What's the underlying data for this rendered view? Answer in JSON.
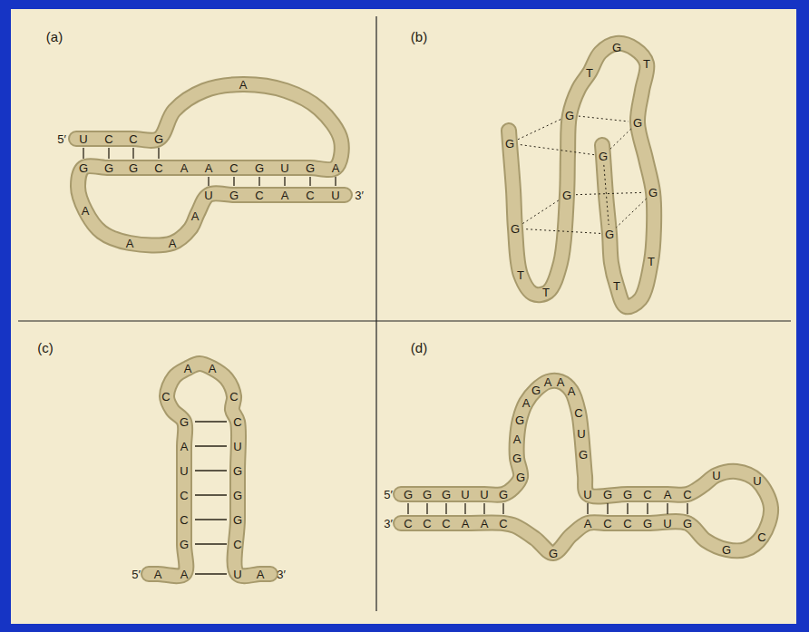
{
  "diagram": {
    "labels": [
      "(a)",
      "5′",
      "U",
      "C",
      "C",
      "G",
      "A",
      "G",
      "G",
      "G",
      "C",
      "A",
      "A",
      "C",
      "G",
      "U",
      "G",
      "A",
      "U",
      "G",
      "C",
      "A",
      "C",
      "U",
      "3′",
      "A",
      "A",
      "A",
      "A",
      "(b)",
      "G",
      "G",
      "T",
      "T",
      "G",
      "G",
      "T",
      "G",
      "T",
      "G",
      "G",
      "T",
      "T",
      "G",
      "G",
      "(c)",
      "5′",
      "A",
      "A",
      "G",
      "C",
      "C",
      "U",
      "A",
      "G",
      "C",
      "A",
      "A",
      "C",
      "C",
      "U",
      "G",
      "G",
      "G",
      "C",
      "U",
      "A",
      "3′",
      "(d)",
      "5′",
      "G",
      "G",
      "G",
      "U",
      "U",
      "G",
      "G",
      "G",
      "A",
      "G",
      "A",
      "G",
      "A",
      "A",
      "A",
      "C",
      "U",
      "G",
      "U",
      "G",
      "G",
      "C",
      "A",
      "C",
      "U",
      "U",
      "C",
      "G",
      "G",
      "U",
      "G",
      "C",
      "C",
      "A",
      "G",
      "C",
      "A",
      "A",
      "C",
      "C",
      "C",
      "3′"
    ]
  }
}
